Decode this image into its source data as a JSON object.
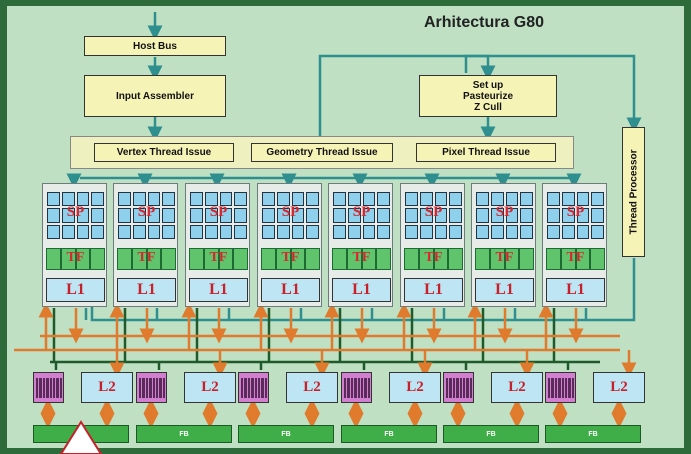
{
  "title": "Arhitectura G80",
  "blocks": {
    "host_bus": "Host Bus",
    "input_assembler": "Input Assembler",
    "setup_line1": "Set up",
    "setup_line2": "Pasteurize",
    "setup_line3": "Z Cull",
    "vertex_issue": "Vertex Thread Issue",
    "geometry_issue": "Geometry Thread Issue",
    "pixel_issue": "Pixel Thread Issue",
    "thread_processor": "Thread Processor"
  },
  "cluster": {
    "sp": "SP",
    "tf": "TF",
    "l1": "L1"
  },
  "memory": {
    "l2": "L2",
    "fb": "FB"
  },
  "colors": {
    "frame": "#2e6b3a",
    "background": "#bfe0c3",
    "yellow_block": "#f6f3b6",
    "sp_cell": "#8fd1ec",
    "tf_cell": "#5fc46b",
    "l1_l2": "#bde5f3",
    "fb": "#3fae49",
    "memory_chip": "#d27fd0",
    "bus_teal": "#2f8f8f",
    "bus_green": "#1f5a2a",
    "bus_orange": "#e07b2e",
    "overlay_text": "#d8262f"
  }
}
